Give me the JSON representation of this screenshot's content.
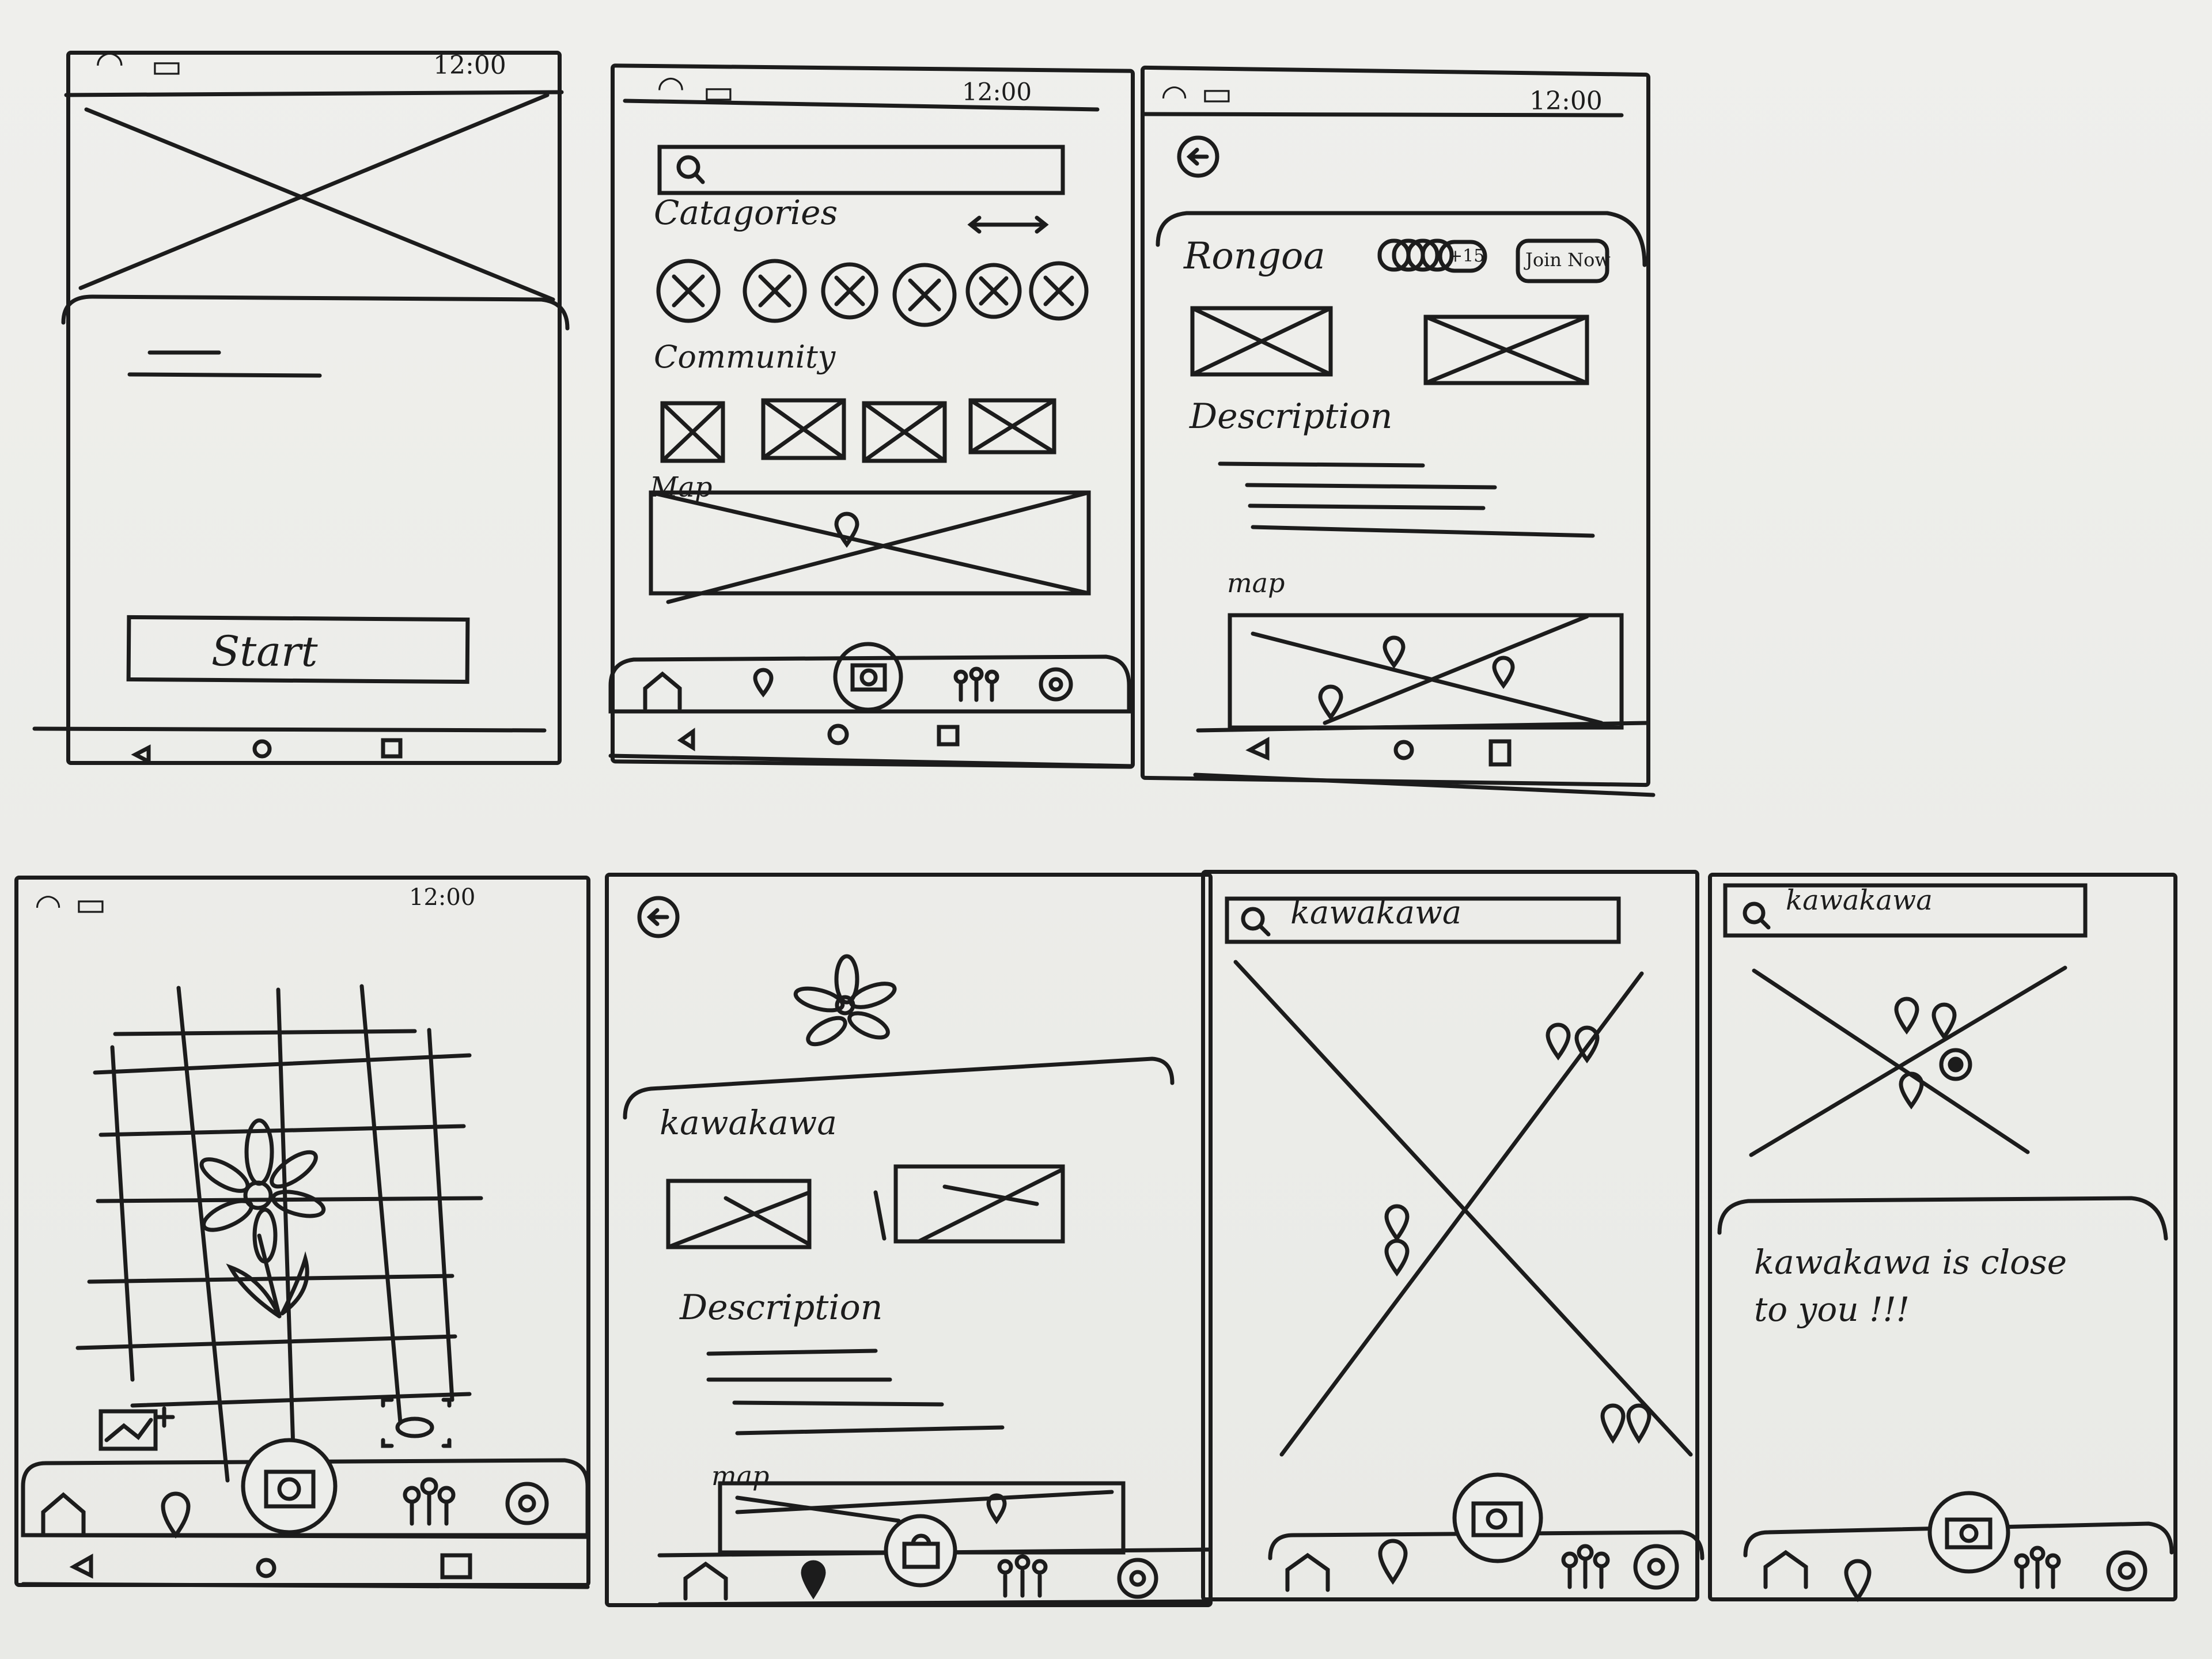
{
  "status": {
    "time": "12:00"
  },
  "onboarding": {
    "start_label": "Start"
  },
  "home": {
    "categories_label": "Catagories",
    "community_label": "Community",
    "map_label": "Map"
  },
  "community_detail": {
    "title": "Rongoa",
    "member_count": "+15",
    "join_label": "Join Now",
    "description_label": "Description",
    "map_label": "map"
  },
  "plant_detail": {
    "title": "kawakawa",
    "description_label": "Description",
    "map_label": "map"
  },
  "map_search": {
    "query": "kawakawa"
  },
  "map_result": {
    "query": "kawakawa",
    "message": "kawakawa is close to you !!!"
  }
}
